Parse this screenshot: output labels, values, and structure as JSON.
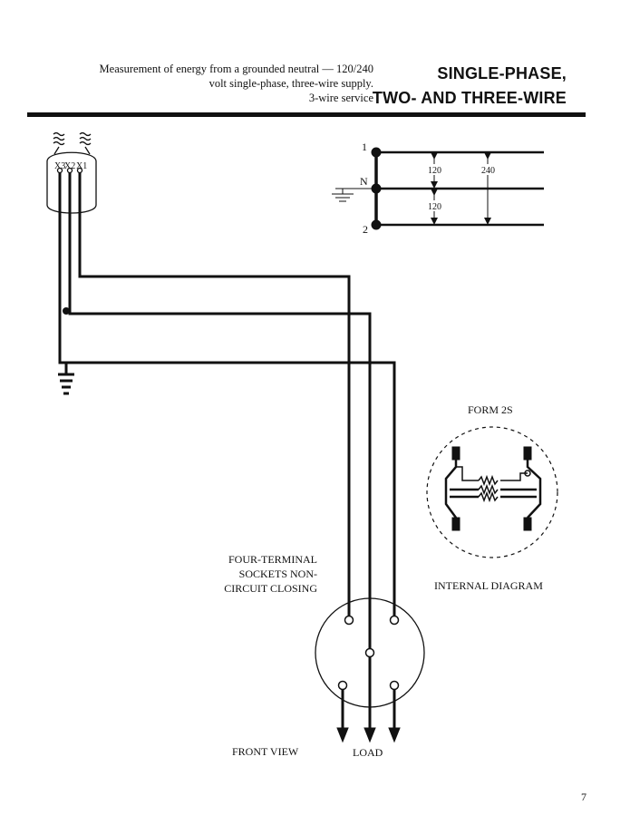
{
  "header": {
    "description_lines": [
      "Measurement of energy from a grounded neutral — 120/240",
      "volt single-phase, three-wire supply.",
      "3-wire service"
    ],
    "title_lines": [
      "SINGLE-PHASE,",
      "TWO- AND THREE-WIRE"
    ]
  },
  "transformer": {
    "terminals": [
      "X3",
      "X2",
      "X1"
    ]
  },
  "voltage_diagram": {
    "line_labels": [
      "1",
      "N",
      "2"
    ],
    "voltages": [
      "120",
      "240",
      "120"
    ]
  },
  "internal_diagram": {
    "form": "FORM 2S",
    "caption": "INTERNAL DIAGRAM"
  },
  "socket": {
    "label_lines": [
      "FOUR-TERMINAL",
      "SOCKETS NON-",
      "CIRCUIT CLOSING"
    ],
    "front_view": "FRONT VIEW",
    "load": "LOAD"
  },
  "page_number": "7",
  "colors": {
    "ink": "#111111",
    "background": "#ffffff"
  }
}
